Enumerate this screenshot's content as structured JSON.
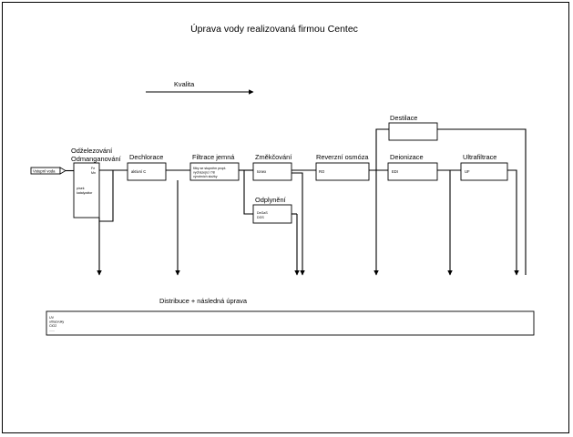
{
  "title": "Úprava vody realizovaná firmou Centec",
  "quality_arrow_label": "Kvalita",
  "input_label": "Vstupní voda",
  "stages": {
    "odzelezovani": {
      "title_line1": "Odželezování",
      "title_line2": "Odmanganování",
      "content_line1": "Fe",
      "content_line2": "Mn",
      "content_line3": "písek",
      "content_line4": "katalyzátor"
    },
    "dechlorace": {
      "title": "Dechlorace",
      "content": "aktivní C"
    },
    "filtrace": {
      "title": "Filtrace jemná",
      "content_line1": "filtry se stupněm propt.",
      "content_line2": "vycházející 7/8",
      "content_line3": "výrobních složky"
    },
    "zmekcovani": {
      "title": "Změkčování",
      "content": "Ionex"
    },
    "odplyneni": {
      "title": "Odplynění",
      "content_line1": "DeGaS",
      "content_line2": "DGS"
    },
    "reverzni_osmoza": {
      "title": "Reverzní osmóza",
      "content": "RO"
    },
    "destilace": {
      "title": "Destilace"
    },
    "deionizace": {
      "title": "Deionizace",
      "content": "EDI"
    },
    "ultrafiltrace": {
      "title": "Ultrafiltrace",
      "content": "UF"
    }
  },
  "distribution": {
    "title": "Distribuce + následná úprava",
    "items": [
      "UV",
      "ultrazvuky",
      "ClO2",
      "......"
    ]
  }
}
